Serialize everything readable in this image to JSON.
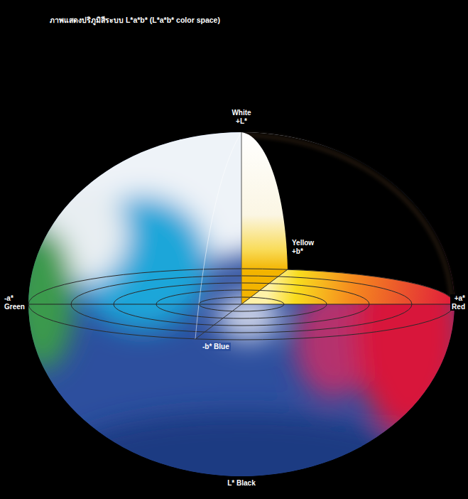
{
  "diagram": {
    "title": "ภาพแสดงปริภูมิสีระบบ L*a*b* (L*a*b* color space)",
    "labels": [
      "White +L*",
      "Yellow +b*",
      "+a* Red",
      "-a* Green",
      "-b* Blue",
      "L* Black"
    ]
  }
}
